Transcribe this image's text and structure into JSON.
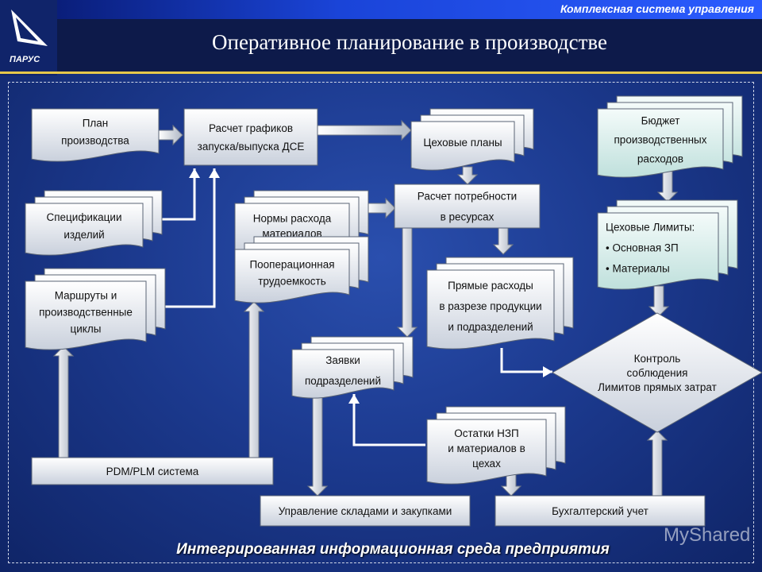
{
  "header": {
    "brand": "Комплексная система управления",
    "title": "Оперативное планирование в производстве"
  },
  "logo": {
    "text": "ПАРУС"
  },
  "footer": {
    "text": "Интегрированная информационная среда предприятия"
  },
  "watermark": {
    "text": "MyShared"
  },
  "nodes": {
    "production_plan": [
      "План",
      "производства"
    ],
    "specifications": [
      "Спецификации",
      "изделий"
    ],
    "routes": [
      "Маршруты и",
      "производственные",
      "циклы"
    ],
    "schedule_calc": [
      "Расчет графиков",
      "запуска/выпуска ДСЕ"
    ],
    "material_norms": [
      "Нормы расхода",
      "материалов"
    ],
    "labor": [
      "Пооперационная",
      "трудоемкость"
    ],
    "shop_plans": [
      "Цеховые планы"
    ],
    "resource_calc": [
      "Расчет потребности",
      "в ресурсах"
    ],
    "direct_costs": [
      "Прямые расходы",
      "в разрезе продукции",
      "и подразделений"
    ],
    "requests": [
      "Заявки",
      "подразделений"
    ],
    "wip": [
      "Остатки НЗП",
      "и материалов в",
      "цехах"
    ],
    "pdm": [
      "PDM/PLM система"
    ],
    "warehouse": [
      "Управление складами и закупками"
    ],
    "accounting": [
      "Бухгалтерский учет"
    ],
    "budget": [
      "Бюджет",
      "производственных",
      "расходов"
    ],
    "limits": [
      "Цеховые Лимиты:",
      "• Основная ЗП",
      "• Материалы"
    ],
    "control": [
      "Контроль",
      "соблюдения",
      "Лимитов прямых затрат"
    ]
  },
  "colors": {
    "accent": "#e6c84a",
    "background": "#1c3a8f",
    "node_fill": "#e8ecf2"
  }
}
